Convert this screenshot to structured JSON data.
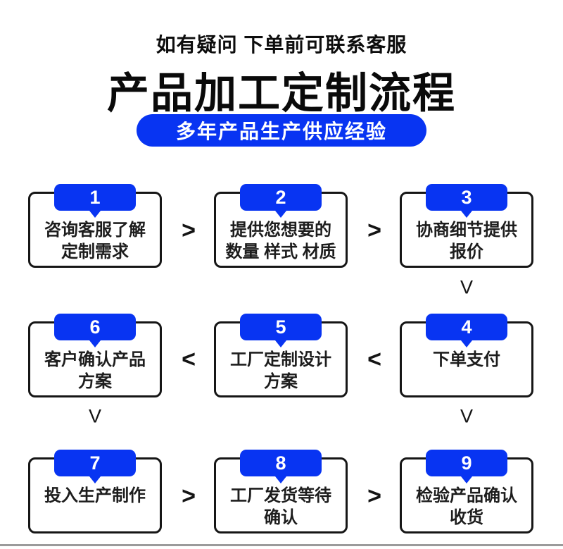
{
  "header": {
    "note": "如有疑问 下单前可联系客服",
    "title": "产品加工定制流程",
    "banner": "多年产品生产供应经验"
  },
  "colors": {
    "accent_blue": "#0834f2",
    "text_black": "#111111",
    "divider_grey": "#9b9b9b"
  },
  "flow": {
    "arrows": {
      "right": ">",
      "left": "<",
      "down": "V"
    },
    "steps": [
      {
        "num": "1",
        "line1": "咨询客服了解",
        "line2": "定制需求"
      },
      {
        "num": "2",
        "line1": "提供您想要的",
        "line2": "数量 样式 材质"
      },
      {
        "num": "3",
        "line1": "协商细节提供",
        "line2": "报价"
      },
      {
        "num": "4",
        "line1": "下单支付",
        "line2": ""
      },
      {
        "num": "5",
        "line1": "工厂定制设计",
        "line2": "方案"
      },
      {
        "num": "6",
        "line1": "客户确认产品",
        "line2": "方案"
      },
      {
        "num": "7",
        "line1": "投入生产制作",
        "line2": ""
      },
      {
        "num": "8",
        "line1": "工厂发货等待",
        "line2": "确认"
      },
      {
        "num": "9",
        "line1": "检验产品确认",
        "line2": "收货"
      }
    ]
  }
}
